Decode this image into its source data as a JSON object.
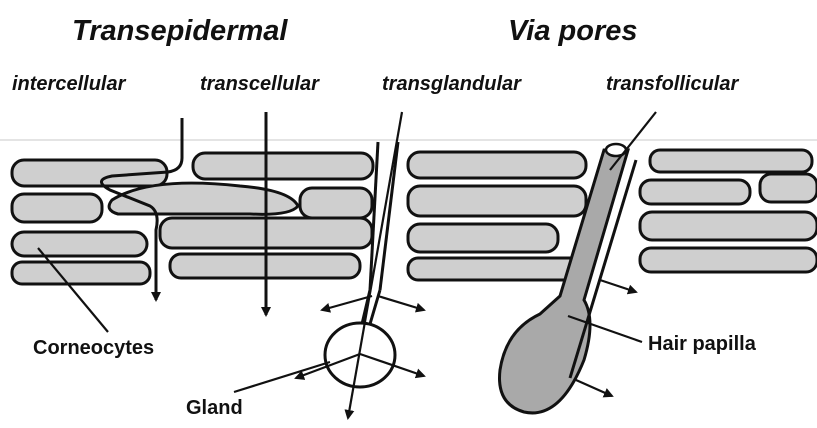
{
  "headers": {
    "transepidermal": "Transepidermal",
    "via_pores": "Via pores"
  },
  "routes": {
    "intercellular": "intercellular",
    "transcellular": "transcellular",
    "transglandular": "transglandular",
    "transfollicular": "transfollicular"
  },
  "labels": {
    "corneocytes": "Corneocytes",
    "gland": "Gland",
    "hair_papilla": "Hair papilla"
  },
  "colors": {
    "cell_fill": "#cfcfcf",
    "outline": "#111111",
    "hair_fill": "#a9a9a9"
  }
}
